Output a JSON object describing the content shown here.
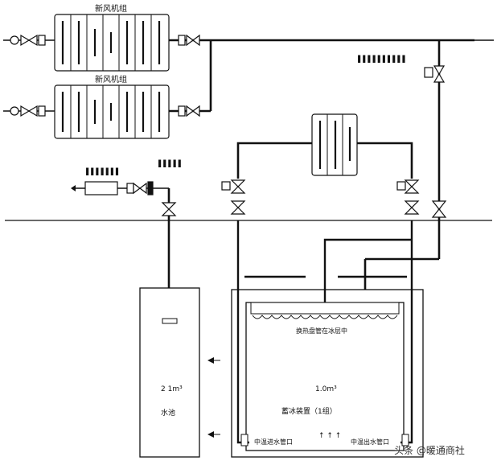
{
  "units": {
    "top_unit_title": "新风机组",
    "bottom_unit_title": "新风机组"
  },
  "tank_labels": {
    "left_volume": "2 1m³",
    "left_name": "水池",
    "right_volume": "1.0m³",
    "right_name": "蓄冰装置（1组）",
    "right_marks": "↑ ↑ ↑",
    "bottom_left_port": "中温进水管口",
    "bottom_right_port": "中温出水管口",
    "coil_label": "换热盘管在冰层中"
  },
  "watermark": "头条 @暖通商社",
  "colors": {
    "line": "#111111",
    "background": "#ffffff"
  }
}
